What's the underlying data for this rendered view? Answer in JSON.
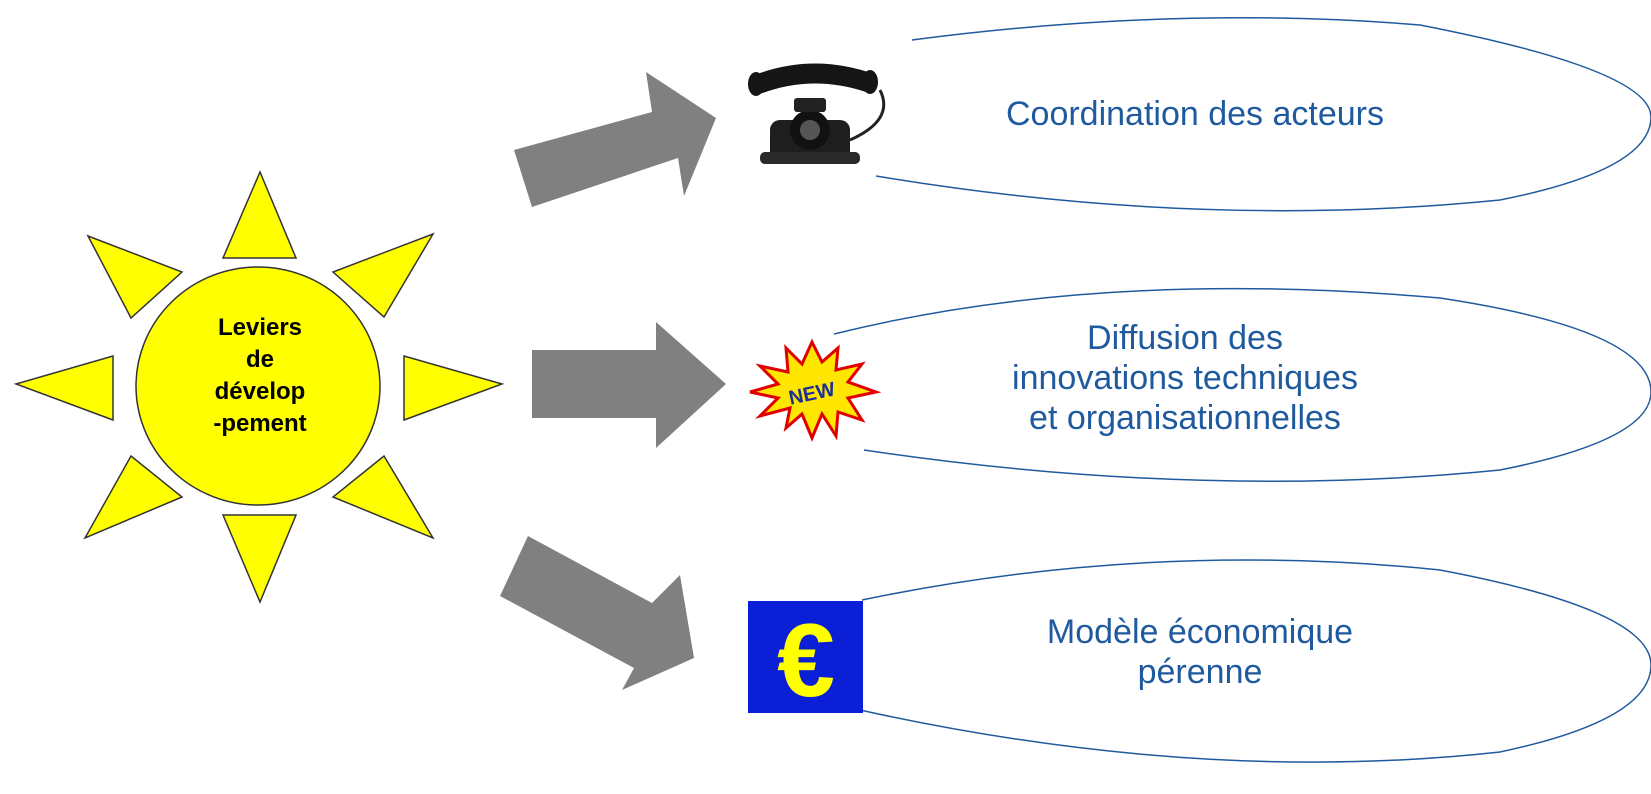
{
  "sun": {
    "label_lines": [
      "Leviers",
      "de",
      "dévelop",
      "-pement"
    ],
    "fill": "#ffff00",
    "stroke": "#333333"
  },
  "arrow_color": "#808080",
  "bubble_stroke": "#1f5a9e",
  "text_color": "#1f5a9e",
  "levers": [
    {
      "icon": "telephone-icon",
      "lines": [
        "Coordination des acteurs"
      ]
    },
    {
      "icon": "new-starburst-icon",
      "icon_text": "NEW",
      "lines": [
        "Diffusion des",
        "innovations techniques",
        "et organisationnelles"
      ]
    },
    {
      "icon": "euro-icon",
      "icon_text": "€",
      "lines": [
        "Modèle économique",
        "pérenne"
      ]
    }
  ]
}
